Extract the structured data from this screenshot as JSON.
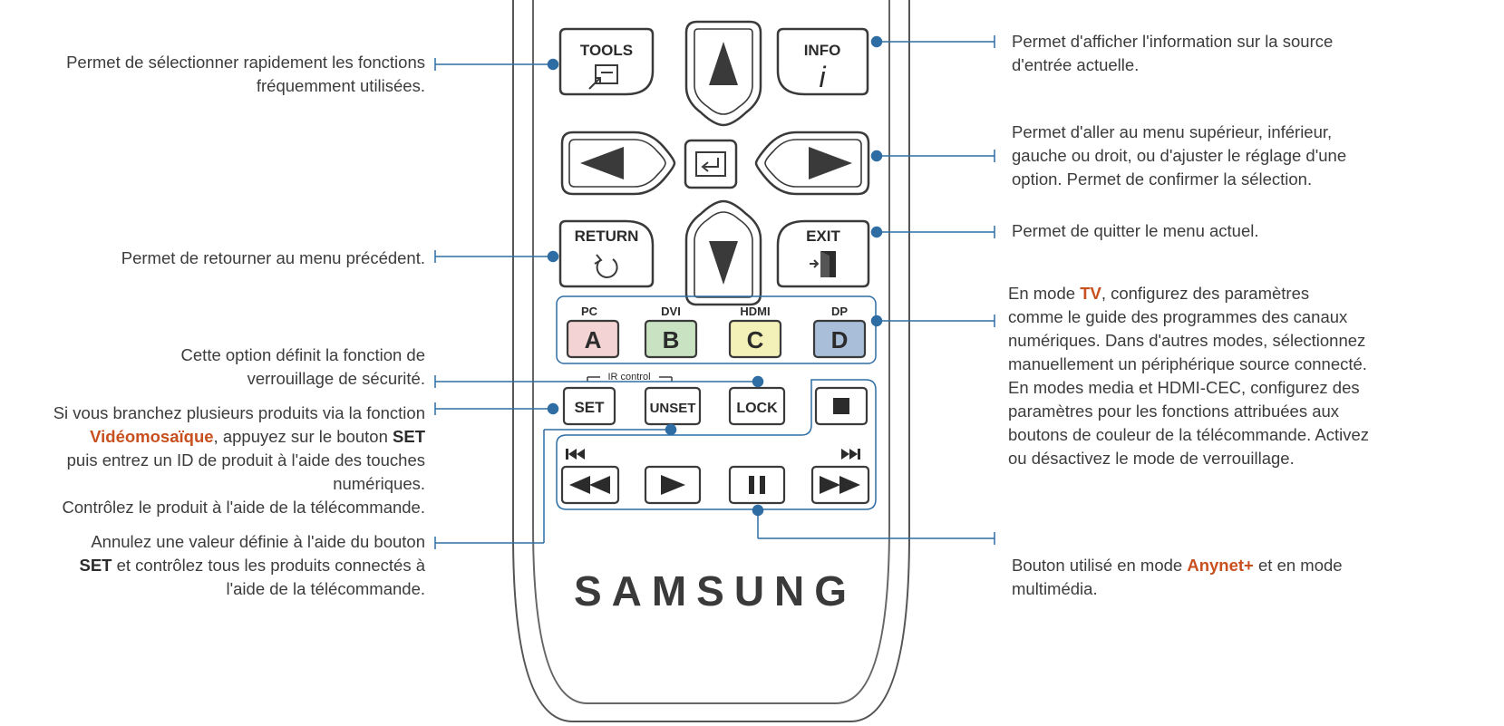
{
  "remote": {
    "tools": {
      "label": "TOOLS"
    },
    "info": {
      "label": "INFO",
      "glyph": "i"
    },
    "return": {
      "label": "RETURN"
    },
    "exit": {
      "label": "EXIT"
    },
    "source_buttons": [
      {
        "top": "PC",
        "letter": "A",
        "color": "#f3d3d3"
      },
      {
        "top": "DVI",
        "letter": "B",
        "color": "#c9e3c2"
      },
      {
        "top": "HDMI",
        "letter": "C",
        "color": "#f4f1b8"
      },
      {
        "top": "DP",
        "letter": "D",
        "color": "#a9bfd9"
      }
    ],
    "ir_label": "IR control",
    "set": "SET",
    "unset": "UNSET",
    "lock": "LOCK",
    "brand": "SAMSUNG"
  },
  "annotations": {
    "tools": {
      "l1": "Permet de sélectionner rapidement les fonctions",
      "l2": "fréquemment utilisées."
    },
    "return": "Permet de retourner au menu précédent.",
    "lock": {
      "l1": "Cette option définit la fonction de",
      "l2": "verrouillage de sécurité."
    },
    "set": {
      "l1": "Si vous branchez plusieurs produits via la fonction",
      "l2_hl": "Vidéomosaïque",
      "l2_rest": ", appuyez sur le bouton ",
      "l2_bold": "SET",
      "l3": "puis entrez un ID de produit à l'aide des touches",
      "l4": "numériques.",
      "l5": "Contrôlez le produit à l'aide de la télécommande."
    },
    "unset": {
      "l1": "Annulez une valeur définie à l'aide du bouton",
      "l2_bold": "SET",
      "l2_rest": " et contrôlez tous les produits connectés à",
      "l3": "l'aide de la télécommande."
    },
    "info": {
      "l1": "Permet d'afficher l'information sur la source",
      "l2": "d'entrée actuelle."
    },
    "nav": {
      "l1": "Permet d'aller au menu supérieur, inférieur,",
      "l2": "gauche ou droit, ou d'ajuster le réglage d'une",
      "l3": "option. Permet de confirmer la sélection."
    },
    "exit": "Permet de quitter le menu actuel.",
    "color": {
      "l1_pre": "En mode ",
      "l1_hl": "TV",
      "l1_post": ", configurez des paramètres",
      "l2": "comme le guide des programmes des canaux",
      "l3": "numériques. Dans d'autres modes, sélectionnez",
      "l4": "manuellement un périphérique source connecté.",
      "l5": "En modes media et HDMI-CEC, configurez des",
      "l6": "paramètres pour les fonctions attribuées aux",
      "l7": "boutons de couleur de la télécommande. Activez",
      "l8": "ou désactivez le mode de verrouillage."
    },
    "anynet": {
      "l1_pre": "Bouton utilisé en mode ",
      "l1_hl": "Anynet+",
      "l1_post": " et en mode",
      "l2": "multimédia."
    }
  },
  "colors": {
    "accent": "#2e6da4",
    "highlight": "#c8501e",
    "outline": "#3a3a3a"
  }
}
